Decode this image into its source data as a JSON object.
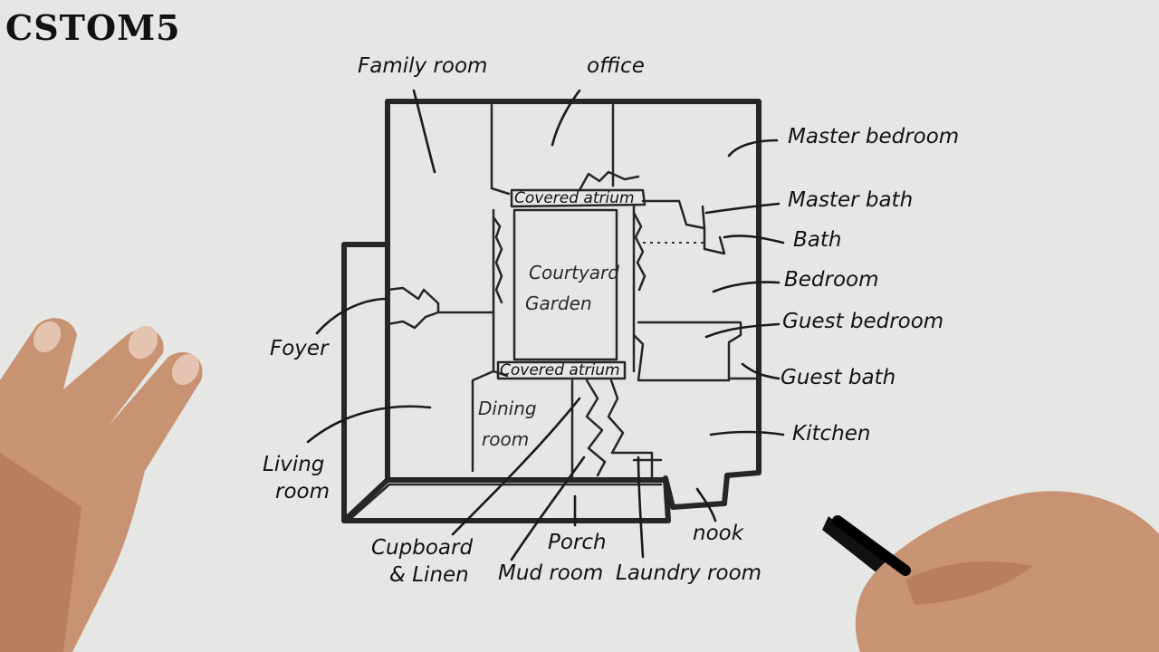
{
  "brand": "CSTOM5",
  "labels": {
    "family_room": "Family room",
    "office": "office",
    "master_bedroom": "Master bedroom",
    "covered_atrium_top": "Covered atrium",
    "master_bath": "Master bath",
    "bath": "Bath",
    "courtyard_line1": "Courtyard",
    "courtyard_line2": "Garden",
    "bedroom": "Bedroom",
    "foyer": "Foyer",
    "guest_bedroom": "Guest bedroom",
    "covered_atrium_bottom": "Covered atrium",
    "guest_bath": "Guest bath",
    "dining_line1": "Dining",
    "dining_line2": "room",
    "kitchen": "Kitchen",
    "living_line1": "Living",
    "living_line2": "room",
    "nook": "nook",
    "porch": "Porch",
    "cupboard_line1": "Cupboard",
    "cupboard_line2": "& Linen",
    "mud_room": "Mud room",
    "laundry_room": "Laundry room"
  },
  "colors": {
    "background": "#e6e6e4",
    "ink": "#262626"
  }
}
